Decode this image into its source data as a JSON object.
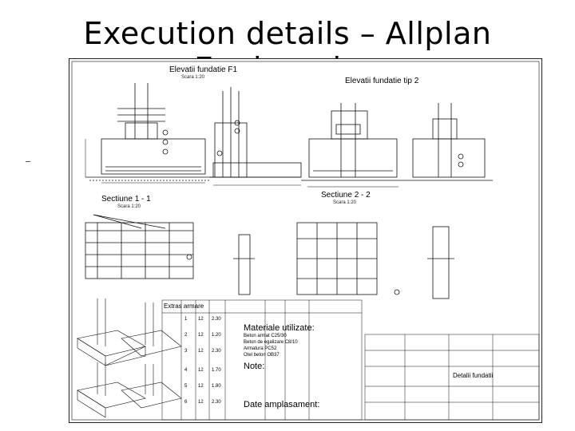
{
  "slide": {
    "title": "Execution details – Allplan Engineering"
  },
  "sheet": {
    "elevation_f1": {
      "title": "Elevatii fundatie F1",
      "scale": "Scara 1:20"
    },
    "elevation_f2": {
      "title": "Elevatii fundatie tip 2"
    },
    "section_1": {
      "title": "Sectiune 1 - 1",
      "scale": "Scara 1:20"
    },
    "section_2": {
      "title": "Sectiune 2 - 2",
      "scale": "Scara 1:20"
    },
    "rebar_table": {
      "title": "Extras armare",
      "rows": [
        {
          "poz": "1",
          "n": "12",
          "d": "2.30"
        },
        {
          "poz": "2",
          "n": "12",
          "d": "1.20"
        },
        {
          "poz": "3",
          "n": "12",
          "d": "2.30"
        },
        {
          "poz": "4",
          "n": "12",
          "d": "1.70"
        },
        {
          "poz": "5",
          "n": "12",
          "d": "1.80"
        },
        {
          "poz": "6",
          "n": "12",
          "d": "2.30"
        }
      ]
    },
    "materials": {
      "heading": "Materiale utilizate:",
      "lines": [
        "Beton armat C25/30",
        "Beton de egalizare C8/10",
        "Armatura PC52",
        "Otel beton OB37"
      ]
    },
    "notes": {
      "heading": "Note:"
    },
    "placement": {
      "heading": "Date amplasament:"
    },
    "titleblock": {
      "drawing_name": "Detalii fundatii"
    }
  }
}
